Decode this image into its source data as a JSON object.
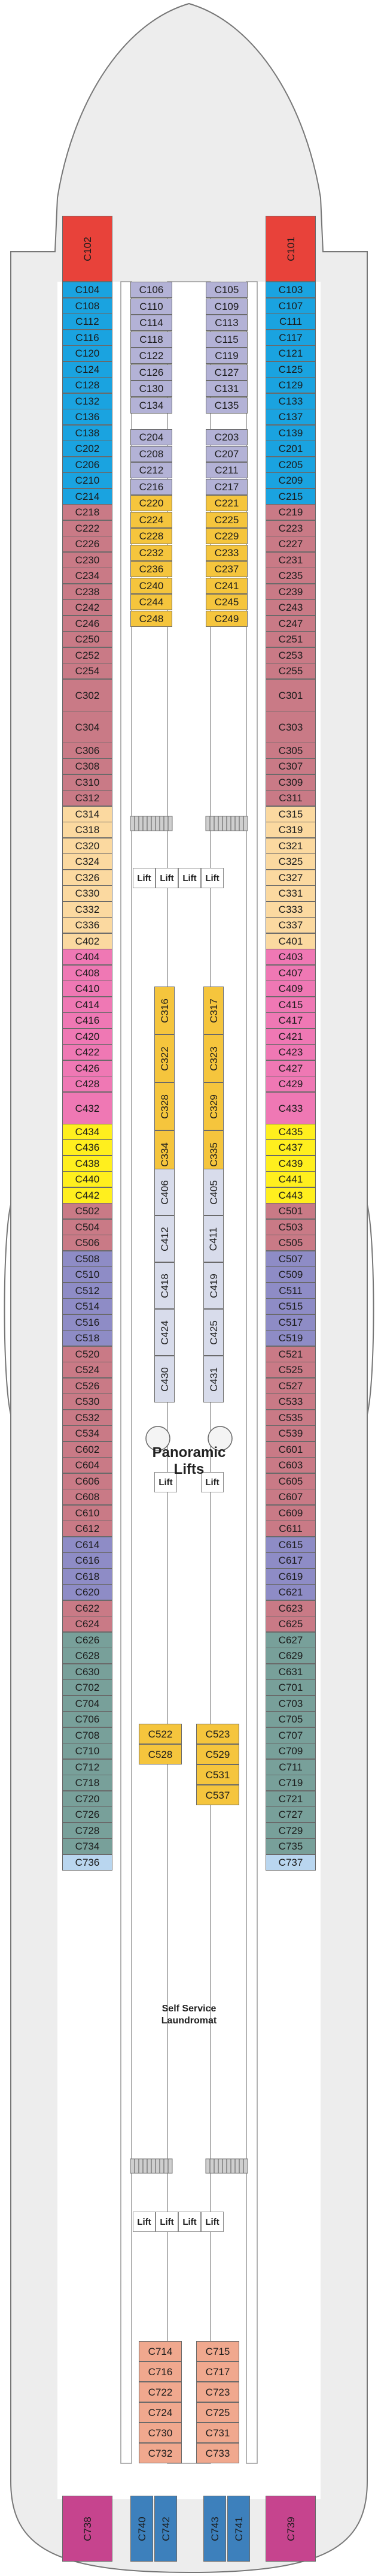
{
  "colors": {
    "red": "#e8423a",
    "blue": "#1aa3e0",
    "lavender": "#b3b2d6",
    "mauve": "#c97a86",
    "gold": "#f5c53d",
    "peach": "#fbd9a0",
    "pink": "#ef78b4",
    "pale_blue": "#d8dceb",
    "yellow": "#ffef1e",
    "periwinkle": "#8e8cc6",
    "teal": "#78a09a",
    "salmon": "#f0a88e",
    "light_blue": "#b9d6ef",
    "magenta": "#c6448e",
    "steel_blue": "#3d80bc",
    "hull": "#ededed",
    "hull_outline": "#777777",
    "interior": "#ffffff"
  },
  "labels": {
    "panoramic_lifts_1": "Panoramic",
    "panoramic_lifts_2": "Lifts",
    "laundromat_1": "Self Service",
    "laundromat_2": "Laundromat",
    "lift": "Lift"
  },
  "cabins": {
    "bow_left": "C102",
    "bow_right": "C101",
    "left_outer": [
      [
        "C104",
        "blue"
      ],
      [
        "C108",
        "blue"
      ],
      [
        "C112",
        "blue"
      ],
      [
        "C116",
        "blue"
      ],
      [
        "C120",
        "blue"
      ],
      [
        "C124",
        "blue"
      ],
      [
        "C128",
        "blue"
      ],
      [
        "C132",
        "blue"
      ],
      [
        "C136",
        "blue"
      ],
      [
        "C138",
        "blue"
      ],
      [
        "C202",
        "blue"
      ],
      [
        "C206",
        "blue"
      ],
      [
        "C210",
        "blue"
      ],
      [
        "C214",
        "blue"
      ],
      [
        "C218",
        "mauve"
      ],
      [
        "C222",
        "mauve"
      ],
      [
        "C226",
        "mauve"
      ],
      [
        "C230",
        "mauve"
      ],
      [
        "C234",
        "mauve"
      ],
      [
        "C238",
        "mauve"
      ],
      [
        "C242",
        "mauve"
      ],
      [
        "C246",
        "mauve"
      ],
      [
        "C250",
        "mauve"
      ],
      [
        "C252",
        "mauve"
      ],
      [
        "C254",
        "mauve"
      ],
      [
        "C302",
        "mauve",
        2
      ],
      [
        "C304",
        "mauve",
        2
      ],
      [
        "C306",
        "mauve"
      ],
      [
        "C308",
        "mauve"
      ],
      [
        "C310",
        "mauve"
      ],
      [
        "C312",
        "mauve"
      ],
      [
        "C314",
        "peach"
      ],
      [
        "C318",
        "peach"
      ],
      [
        "C320",
        "peach"
      ],
      [
        "C324",
        "peach"
      ],
      [
        "C326",
        "peach"
      ],
      [
        "C330",
        "peach"
      ],
      [
        "C332",
        "peach"
      ],
      [
        "C336",
        "peach"
      ],
      [
        "C402",
        "peach"
      ],
      [
        "C404",
        "pink"
      ],
      [
        "C408",
        "pink"
      ],
      [
        "C410",
        "pink"
      ],
      [
        "C414",
        "pink"
      ],
      [
        "C416",
        "pink"
      ],
      [
        "C420",
        "pink"
      ],
      [
        "C422",
        "pink"
      ],
      [
        "C426",
        "pink"
      ],
      [
        "C428",
        "pink"
      ],
      [
        "C432",
        "pink",
        2
      ],
      [
        "C434",
        "yellow"
      ],
      [
        "C436",
        "yellow"
      ],
      [
        "C438",
        "yellow"
      ],
      [
        "C440",
        "yellow"
      ],
      [
        "C442",
        "yellow"
      ],
      [
        "C502",
        "mauve"
      ],
      [
        "C504",
        "mauve"
      ],
      [
        "C506",
        "mauve"
      ],
      [
        "C508",
        "periwinkle"
      ],
      [
        "C510",
        "periwinkle"
      ],
      [
        "C512",
        "periwinkle"
      ],
      [
        "C514",
        "periwinkle"
      ],
      [
        "C516",
        "periwinkle"
      ],
      [
        "C518",
        "periwinkle"
      ],
      [
        "C520",
        "mauve"
      ],
      [
        "C524",
        "mauve"
      ],
      [
        "C526",
        "mauve"
      ],
      [
        "C530",
        "mauve"
      ],
      [
        "C532",
        "mauve"
      ],
      [
        "C534",
        "mauve"
      ],
      [
        "C602",
        "mauve"
      ],
      [
        "C604",
        "mauve"
      ],
      [
        "C606",
        "mauve"
      ],
      [
        "C608",
        "mauve"
      ],
      [
        "C610",
        "mauve"
      ],
      [
        "C612",
        "mauve"
      ],
      [
        "C614",
        "periwinkle"
      ],
      [
        "C616",
        "periwinkle"
      ],
      [
        "C618",
        "periwinkle"
      ],
      [
        "C620",
        "periwinkle"
      ],
      [
        "C622",
        "mauve"
      ],
      [
        "C624",
        "mauve"
      ],
      [
        "C626",
        "teal"
      ],
      [
        "C628",
        "teal"
      ],
      [
        "C630",
        "teal"
      ],
      [
        "C702",
        "teal"
      ],
      [
        "C704",
        "teal"
      ],
      [
        "C706",
        "teal"
      ],
      [
        "C708",
        "teal"
      ],
      [
        "C710",
        "teal"
      ],
      [
        "C712",
        "teal"
      ],
      [
        "C718",
        "teal"
      ],
      [
        "C720",
        "teal"
      ],
      [
        "C726",
        "teal"
      ],
      [
        "C728",
        "teal"
      ],
      [
        "C734",
        "teal"
      ],
      [
        "C736",
        "light_blue"
      ]
    ],
    "right_outer": [
      [
        "C103",
        "blue"
      ],
      [
        "C107",
        "blue"
      ],
      [
        "C111",
        "blue"
      ],
      [
        "C117",
        "blue"
      ],
      [
        "C121",
        "blue"
      ],
      [
        "C125",
        "blue"
      ],
      [
        "C129",
        "blue"
      ],
      [
        "C133",
        "blue"
      ],
      [
        "C137",
        "blue"
      ],
      [
        "C139",
        "blue"
      ],
      [
        "C201",
        "blue"
      ],
      [
        "C205",
        "blue"
      ],
      [
        "C209",
        "blue"
      ],
      [
        "C215",
        "blue"
      ],
      [
        "C219",
        "mauve"
      ],
      [
        "C223",
        "mauve"
      ],
      [
        "C227",
        "mauve"
      ],
      [
        "C231",
        "mauve"
      ],
      [
        "C235",
        "mauve"
      ],
      [
        "C239",
        "mauve"
      ],
      [
        "C243",
        "mauve"
      ],
      [
        "C247",
        "mauve"
      ],
      [
        "C251",
        "mauve"
      ],
      [
        "C253",
        "mauve"
      ],
      [
        "C255",
        "mauve"
      ],
      [
        "C301",
        "mauve",
        2
      ],
      [
        "C303",
        "mauve",
        2
      ],
      [
        "C305",
        "mauve"
      ],
      [
        "C307",
        "mauve"
      ],
      [
        "C309",
        "mauve"
      ],
      [
        "C311",
        "mauve"
      ],
      [
        "C315",
        "peach"
      ],
      [
        "C319",
        "peach"
      ],
      [
        "C321",
        "peach"
      ],
      [
        "C325",
        "peach"
      ],
      [
        "C327",
        "peach"
      ],
      [
        "C331",
        "peach"
      ],
      [
        "C333",
        "peach"
      ],
      [
        "C337",
        "peach"
      ],
      [
        "C401",
        "peach"
      ],
      [
        "C403",
        "pink"
      ],
      [
        "C407",
        "pink"
      ],
      [
        "C409",
        "pink"
      ],
      [
        "C415",
        "pink"
      ],
      [
        "C417",
        "pink"
      ],
      [
        "C421",
        "pink"
      ],
      [
        "C423",
        "pink"
      ],
      [
        "C427",
        "pink"
      ],
      [
        "C429",
        "pink"
      ],
      [
        "C433",
        "pink",
        2
      ],
      [
        "C435",
        "yellow"
      ],
      [
        "C437",
        "yellow"
      ],
      [
        "C439",
        "yellow"
      ],
      [
        "C441",
        "yellow"
      ],
      [
        "C443",
        "yellow"
      ],
      [
        "C501",
        "mauve"
      ],
      [
        "C503",
        "mauve"
      ],
      [
        "C505",
        "mauve"
      ],
      [
        "C507",
        "periwinkle"
      ],
      [
        "C509",
        "periwinkle"
      ],
      [
        "C511",
        "periwinkle"
      ],
      [
        "C515",
        "periwinkle"
      ],
      [
        "C517",
        "periwinkle"
      ],
      [
        "C519",
        "periwinkle"
      ],
      [
        "C521",
        "mauve"
      ],
      [
        "C525",
        "mauve"
      ],
      [
        "C527",
        "mauve"
      ],
      [
        "C533",
        "mauve"
      ],
      [
        "C535",
        "mauve"
      ],
      [
        "C539",
        "mauve"
      ],
      [
        "C601",
        "mauve"
      ],
      [
        "C603",
        "mauve"
      ],
      [
        "C605",
        "mauve"
      ],
      [
        "C607",
        "mauve"
      ],
      [
        "C609",
        "mauve"
      ],
      [
        "C611",
        "mauve"
      ],
      [
        "C615",
        "periwinkle"
      ],
      [
        "C617",
        "periwinkle"
      ],
      [
        "C619",
        "periwinkle"
      ],
      [
        "C621",
        "periwinkle"
      ],
      [
        "C623",
        "mauve"
      ],
      [
        "C625",
        "mauve"
      ],
      [
        "C627",
        "teal"
      ],
      [
        "C629",
        "teal"
      ],
      [
        "C631",
        "teal"
      ],
      [
        "C701",
        "teal"
      ],
      [
        "C703",
        "teal"
      ],
      [
        "C705",
        "teal"
      ],
      [
        "C707",
        "teal"
      ],
      [
        "C709",
        "teal"
      ],
      [
        "C711",
        "teal"
      ],
      [
        "C719",
        "teal"
      ],
      [
        "C721",
        "teal"
      ],
      [
        "C727",
        "teal"
      ],
      [
        "C729",
        "teal"
      ],
      [
        "C735",
        "teal"
      ],
      [
        "C737",
        "light_blue"
      ]
    ],
    "inner_fwd_left": [
      [
        "C106",
        "lavender"
      ],
      [
        "C110",
        "lavender"
      ],
      [
        "C114",
        "lavender"
      ],
      [
        "C118",
        "lavender"
      ],
      [
        "C122",
        "lavender"
      ],
      [
        "C126",
        "lavender"
      ],
      [
        "C130",
        "lavender"
      ],
      [
        "C134",
        "lavender"
      ],
      [
        "C204",
        "lavender"
      ],
      [
        "C208",
        "lavender"
      ],
      [
        "C212",
        "lavender"
      ],
      [
        "C216",
        "lavender"
      ],
      [
        "C220",
        "gold"
      ],
      [
        "C224",
        "gold"
      ],
      [
        "C228",
        "gold"
      ],
      [
        "C232",
        "gold"
      ],
      [
        "C236",
        "gold"
      ],
      [
        "C240",
        "gold"
      ],
      [
        "C244",
        "gold"
      ],
      [
        "C248",
        "gold"
      ]
    ],
    "inner_fwd_right": [
      [
        "C105",
        "lavender"
      ],
      [
        "C109",
        "lavender"
      ],
      [
        "C113",
        "lavender"
      ],
      [
        "C115",
        "lavender"
      ],
      [
        "C119",
        "lavender"
      ],
      [
        "C127",
        "lavender"
      ],
      [
        "C131",
        "lavender"
      ],
      [
        "C135",
        "lavender"
      ],
      [
        "C203",
        "lavender"
      ],
      [
        "C207",
        "lavender"
      ],
      [
        "C211",
        "lavender"
      ],
      [
        "C217",
        "lavender"
      ],
      [
        "C221",
        "gold"
      ],
      [
        "C225",
        "gold"
      ],
      [
        "C229",
        "gold"
      ],
      [
        "C233",
        "gold"
      ],
      [
        "C237",
        "gold"
      ],
      [
        "C241",
        "gold"
      ],
      [
        "C245",
        "gold"
      ],
      [
        "C249",
        "gold"
      ]
    ],
    "vertical_gold_left": [
      "C316",
      "C322",
      "C328",
      "C334"
    ],
    "vertical_gold_right": [
      "C317",
      "C323",
      "C329",
      "C335"
    ],
    "vertical_blue_left": [
      "C406",
      "C412",
      "C418",
      "C424",
      "C430"
    ],
    "vertical_blue_right": [
      "C405",
      "C411",
      "C419",
      "C425",
      "C431"
    ],
    "mid_left": [
      "C522",
      "C528"
    ],
    "mid_right": [
      "C523",
      "C529",
      "C531",
      "C537"
    ],
    "aft_left": [
      "C714",
      "C716",
      "C722",
      "C724",
      "C730",
      "C732"
    ],
    "aft_right": [
      "C715",
      "C717",
      "C723",
      "C725",
      "C731",
      "C733"
    ],
    "stern": [
      [
        "C738",
        "magenta"
      ],
      [
        "C740",
        "steel_blue"
      ],
      [
        "C742",
        "steel_blue"
      ],
      [
        "C743",
        "steel_blue"
      ],
      [
        "C741",
        "steel_blue"
      ],
      [
        "C739",
        "magenta"
      ]
    ]
  }
}
